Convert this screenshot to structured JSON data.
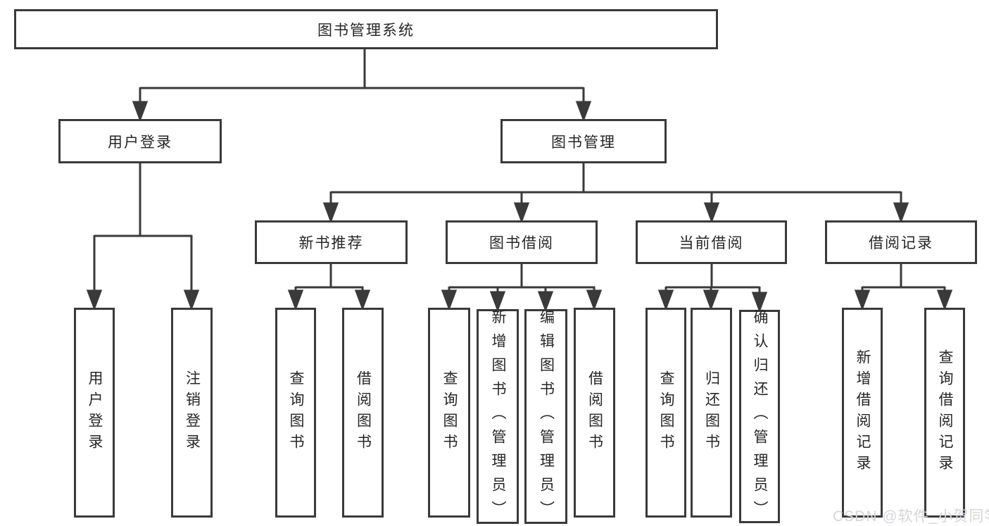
{
  "tree": {
    "label": "图书管理系统",
    "children": [
      {
        "label": "用户登录",
        "children": [
          {
            "label": "用户登录"
          },
          {
            "label": "注销登录"
          }
        ]
      },
      {
        "label": "图书管理",
        "children": [
          {
            "label": "新书推荐",
            "children": [
              {
                "label": "查询图书"
              },
              {
                "label": "借阅图书"
              }
            ]
          },
          {
            "label": "图书借阅",
            "children": [
              {
                "label": "查询图书"
              },
              {
                "label": "新增图书（管理员）"
              },
              {
                "label": "编辑图书（管理员）"
              },
              {
                "label": "借阅图书"
              }
            ]
          },
          {
            "label": "当前借阅",
            "children": [
              {
                "label": "查询图书"
              },
              {
                "label": "归还图书"
              },
              {
                "label": "确认归还（管理员）"
              }
            ]
          },
          {
            "label": "借阅记录",
            "children": [
              {
                "label": "新增借阅记录"
              },
              {
                "label": "查询借阅记录"
              }
            ]
          }
        ]
      }
    ]
  },
  "watermark": {
    "text": "CSDN @软件_小贺同学"
  },
  "colors": {
    "line": "#3a3a3a",
    "box_border": "#3a3a3a",
    "text": "#262626",
    "watermark": "#d5d5de",
    "background": "#ffffff"
  }
}
